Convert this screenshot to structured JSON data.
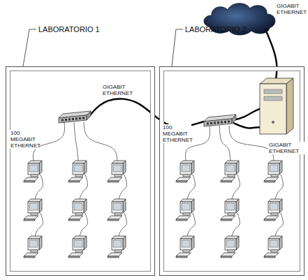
{
  "diagram": {
    "nodes": [
      {
        "text": [
          "LABORATORIO 1"
        ]
      },
      {
        "text": [
          "LABORATORIO 2"
        ]
      }
    ],
    "labels": [
      "GIGABIT ETHERNET",
      "GIGABIT ETHERNET",
      "100 MEGABIT ETHERNET",
      "100 MEGABIT ETHERNET",
      "GIGABIT ETHERNET"
    ]
  }
}
